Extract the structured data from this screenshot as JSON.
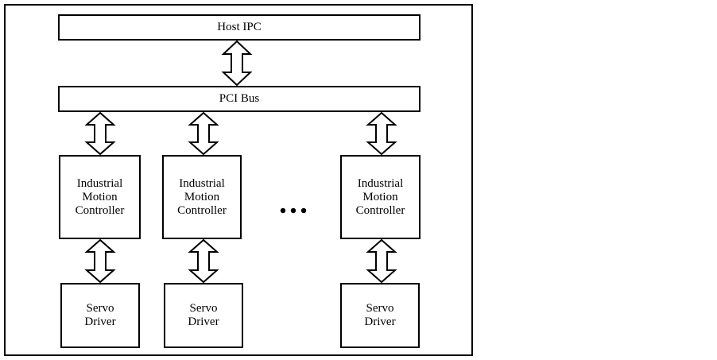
{
  "diagram": {
    "host_ipc": "Host IPC",
    "pci_bus": "PCI Bus",
    "controllers": [
      {
        "lines": [
          "Industrial",
          "Motion",
          "Controller"
        ]
      },
      {
        "lines": [
          "Industrial",
          "Motion",
          "Controller"
        ]
      },
      {
        "lines": [
          "Industrial",
          "Motion",
          "Controller"
        ]
      }
    ],
    "drivers": [
      {
        "lines": [
          "Servo",
          "Driver"
        ]
      },
      {
        "lines": [
          "Servo",
          "Driver"
        ]
      },
      {
        "lines": [
          "Servo",
          "Driver"
        ]
      }
    ],
    "ellipsis_icon": "ellipsis-dots",
    "arrow_icon": "double-headed-hollow-arrow",
    "colors": {
      "stroke": "#000000",
      "background": "#ffffff"
    }
  }
}
